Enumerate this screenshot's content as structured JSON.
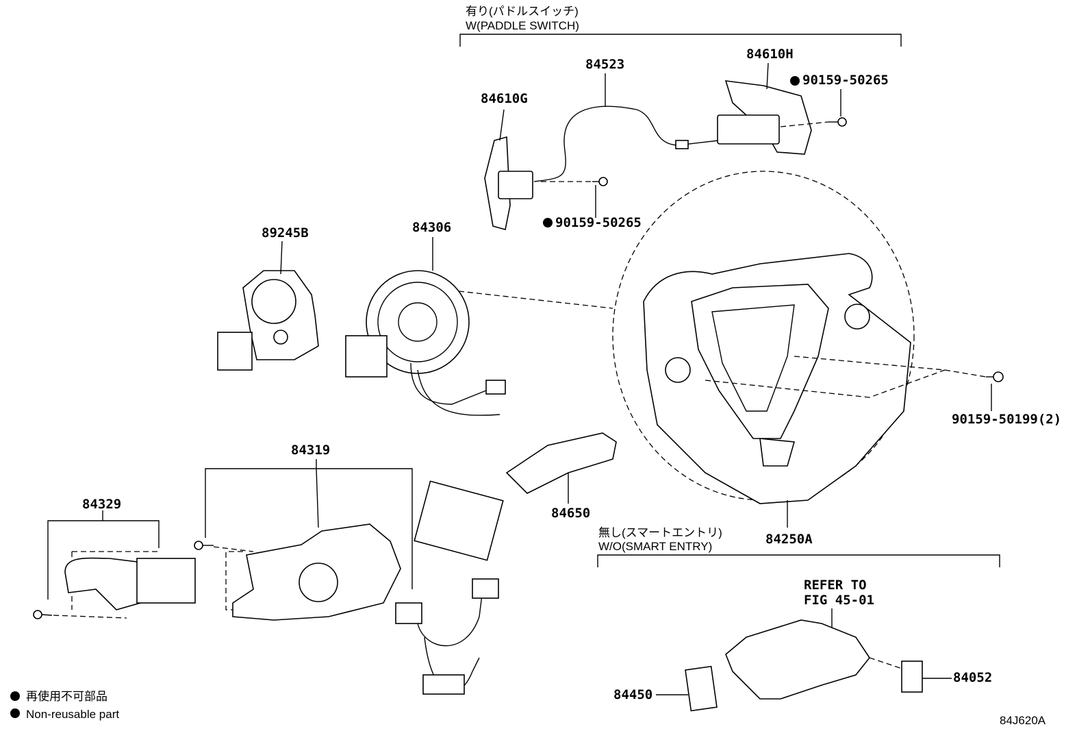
{
  "groups": {
    "paddle_switch_jp": "有り(パドルスイッチ)",
    "paddle_switch_en": "W(PADDLE SWITCH)",
    "smart_entry_jp": "無し(スマートエントリ)",
    "smart_entry_en": "W/O(SMART ENTRY)"
  },
  "parts": {
    "p84523": "84523",
    "p84610H": "84610H",
    "p84610G": "84610G",
    "screw_a": "90159-50265",
    "screw_b": "90159-50265",
    "p89245B": "89245B",
    "p84306": "84306",
    "screw_c": "90159-50199(2)",
    "p84319": "84319",
    "p84329": "84329",
    "p84650": "84650",
    "p84250A": "84250A",
    "refer_line1": "REFER TO",
    "refer_line2": "FIG 45-01",
    "p84052": "84052",
    "p84450": "84450"
  },
  "legend": {
    "jp": "再使用不可部品",
    "en": "Non-reusable part"
  },
  "figure_id": "84J620A"
}
